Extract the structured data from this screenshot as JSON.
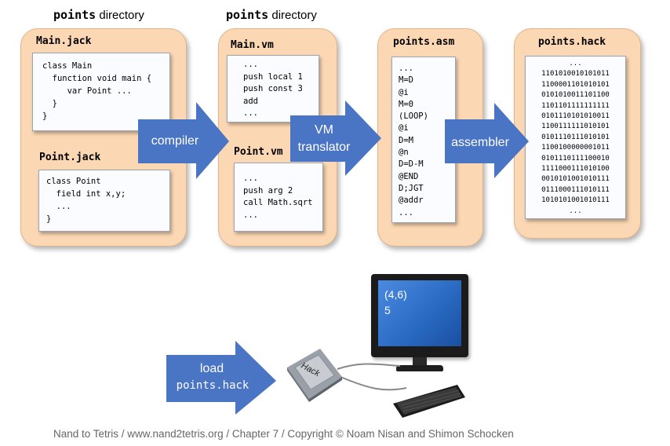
{
  "compile": {
    "dir_label_1": {
      "name": "points",
      "suffix": " directory"
    },
    "dir_label_2": {
      "name": "points",
      "suffix": " directory"
    },
    "main_jack": {
      "title": "Main.jack",
      "lines": [
        "class Main",
        "  function void main {",
        "     var Point ...",
        "  }",
        "}"
      ]
    },
    "point_jack": {
      "title": "Point.jack",
      "lines": [
        "class Point",
        "  field int x,y;",
        "  ...",
        "}"
      ]
    },
    "main_vm": {
      "title": "Main.vm",
      "lines": [
        "...",
        "push local 1",
        "push const 3",
        "add",
        "..."
      ]
    },
    "point_vm": {
      "title": "Point.vm",
      "lines": [
        "...",
        "push arg 2",
        "call Math.sqrt",
        "..."
      ]
    },
    "asm": {
      "title": "points.asm",
      "lines": [
        "...",
        "M=D",
        "@i",
        "M=0",
        "(LOOP)",
        "@i",
        "D=M",
        "@n",
        "D=D-M",
        "@END",
        "D;JGT",
        "@addr",
        "..."
      ]
    },
    "hack": {
      "title": "points.hack",
      "lines": [
        "...",
        "1101010010101011",
        "1100001101010101",
        "0101010011101100",
        "1101101111111111",
        "0101110101010011",
        "1100111111010101",
        "0101110111010101",
        "1100100000001011",
        "0101110111100010",
        "1111000111010100",
        "0010101001010111",
        "0111000111010111",
        "1010101001010111",
        "..."
      ]
    }
  },
  "arrows": {
    "compiler": "compiler",
    "vm_translator": [
      "VM",
      "translator"
    ],
    "assembler": "assembler",
    "load": [
      "load",
      "points.hack"
    ]
  },
  "computer": {
    "screen_lines": [
      "(4,6)",
      "5"
    ],
    "chip_label": "Hack"
  },
  "footer": "Nand to Tetris / www.nand2tetris.org / Chapter 7 / Copyright © Noam Nisan and Shimon Schocken",
  "colors": {
    "arrow": "#4a74c4",
    "panel": "#fbd7b3",
    "screen": "#2a6bc4"
  }
}
